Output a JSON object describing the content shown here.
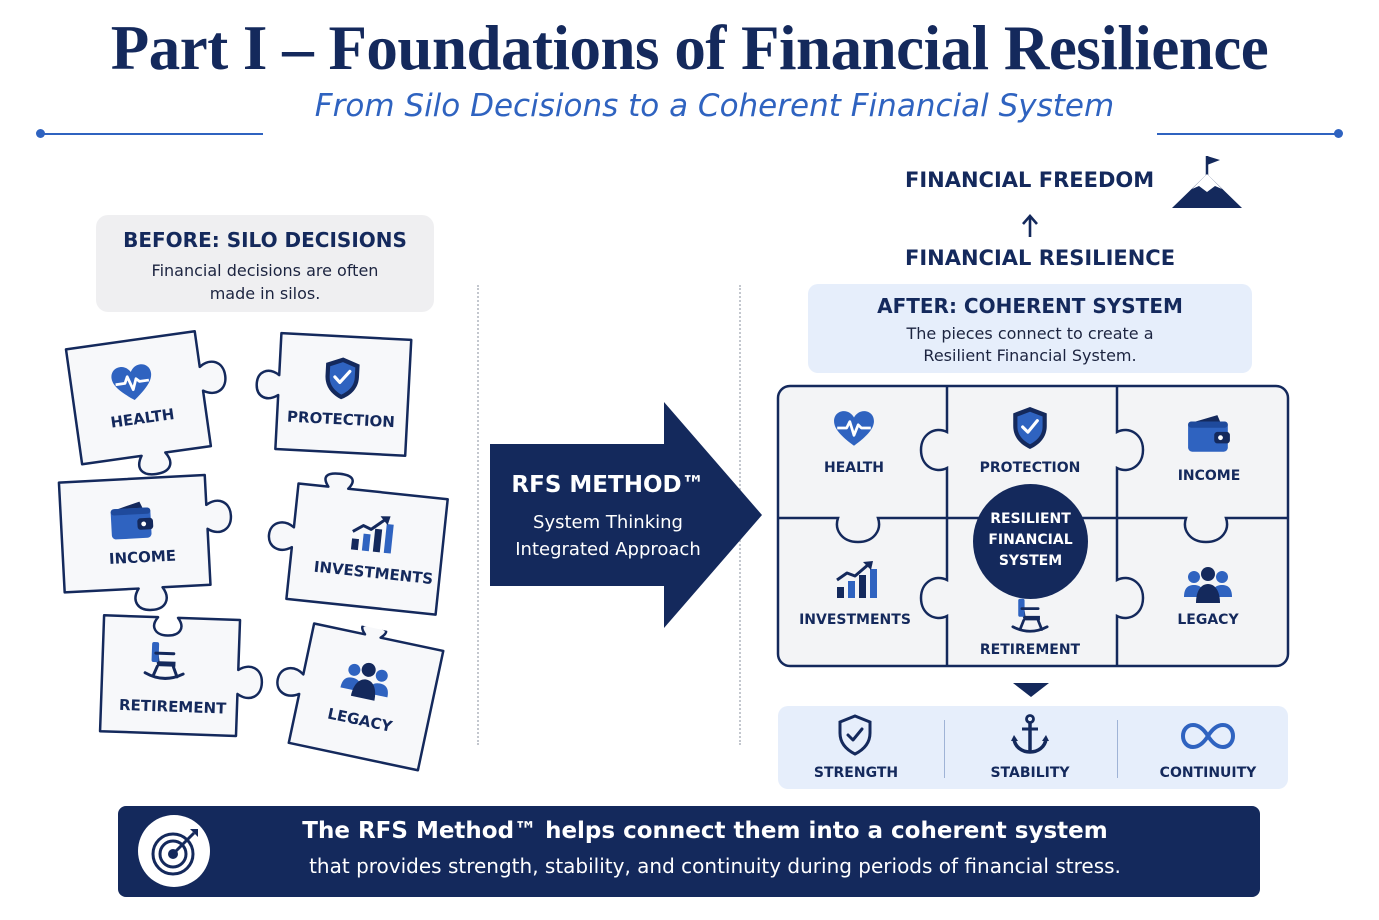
{
  "header": {
    "title": "Part I – Foundations of Financial Resilience",
    "subtitle": "From Silo Decisions to a Coherent Financial System"
  },
  "before": {
    "title": "BEFORE: SILO DECISIONS",
    "desc_line1": "Financial decisions are often",
    "desc_line2": "made in silos.",
    "pieces": [
      {
        "label": "HEALTH",
        "icon": "heart-pulse-icon"
      },
      {
        "label": "PROTECTION",
        "icon": "shield-check-icon"
      },
      {
        "label": "INCOME",
        "icon": "wallet-icon"
      },
      {
        "label": "INVESTMENTS",
        "icon": "growth-chart-icon"
      },
      {
        "label": "RETIREMENT",
        "icon": "rocking-chair-icon"
      },
      {
        "label": "LEGACY",
        "icon": "family-icon"
      }
    ]
  },
  "method": {
    "title": "RFS METHOD™",
    "line1": "System Thinking",
    "line2": "Integrated Approach"
  },
  "outcome": {
    "freedom": "FINANCIAL FREEDOM",
    "resilience": "FINANCIAL RESILIENCE"
  },
  "after": {
    "title": "AFTER: COHERENT SYSTEM",
    "desc_line1": "The pieces connect to create a",
    "desc_line2": "Resilient Financial System.",
    "grid": [
      {
        "label": "HEALTH",
        "icon": "heart-pulse-icon"
      },
      {
        "label": "PROTECTION",
        "icon": "shield-check-icon"
      },
      {
        "label": "INCOME",
        "icon": "wallet-icon"
      },
      {
        "label": "INVESTMENTS",
        "icon": "growth-chart-icon"
      },
      {
        "label": "RETIREMENT",
        "icon": "rocking-chair-icon"
      },
      {
        "label": "LEGACY",
        "icon": "family-icon"
      }
    ],
    "center": {
      "line1": "RESILIENT",
      "line2": "FINANCIAL",
      "line3": "SYSTEM"
    }
  },
  "benefits": [
    {
      "label": "STRENGTH",
      "icon": "shield-check-icon"
    },
    {
      "label": "STABILITY",
      "icon": "anchor-icon"
    },
    {
      "label": "CONTINUITY",
      "icon": "infinity-icon"
    }
  ],
  "banner": {
    "line1": "The RFS Method™ helps connect them into a coherent system",
    "line2": "that provides strength, stability, and continuity during periods of financial stress.",
    "icon": "target-icon"
  },
  "colors": {
    "navy": "#14295c",
    "accent_blue": "#2f63c0",
    "light_gray": "#efeff1",
    "light_blue": "#e6eefb"
  }
}
